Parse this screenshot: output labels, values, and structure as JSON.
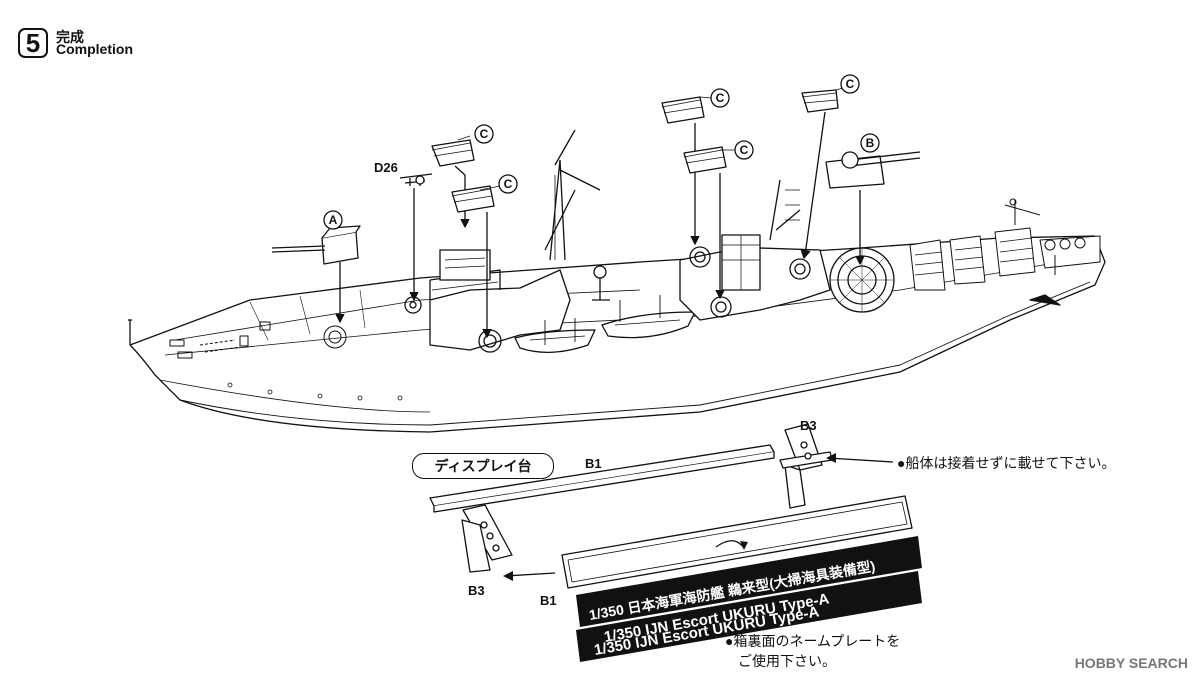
{
  "step": {
    "number": "5",
    "title_jp": "完成",
    "title_en": "Completion"
  },
  "callouts": {
    "A": "A",
    "B": "B",
    "C": "C",
    "D26": "D26"
  },
  "display_stand": {
    "label": "ディスプレイ台",
    "part_b1": "B1",
    "part_b3": "B3",
    "note_hull": "●船体は接着せずに載せて下さい。",
    "note_plate_line1": "●箱裏面のネームプレートを",
    "note_plate_line2": "ご使用下さい。"
  },
  "nameplate": {
    "line1": "1/350 日本海軍海防艦 鵜来型(大掃海具装備型)",
    "line2": "1/350 IJN Escort UKURU Type-A",
    "line3": "1/350 IJN Escort UKURU Type-A"
  },
  "watermark": "HOBBY SEARCH"
}
